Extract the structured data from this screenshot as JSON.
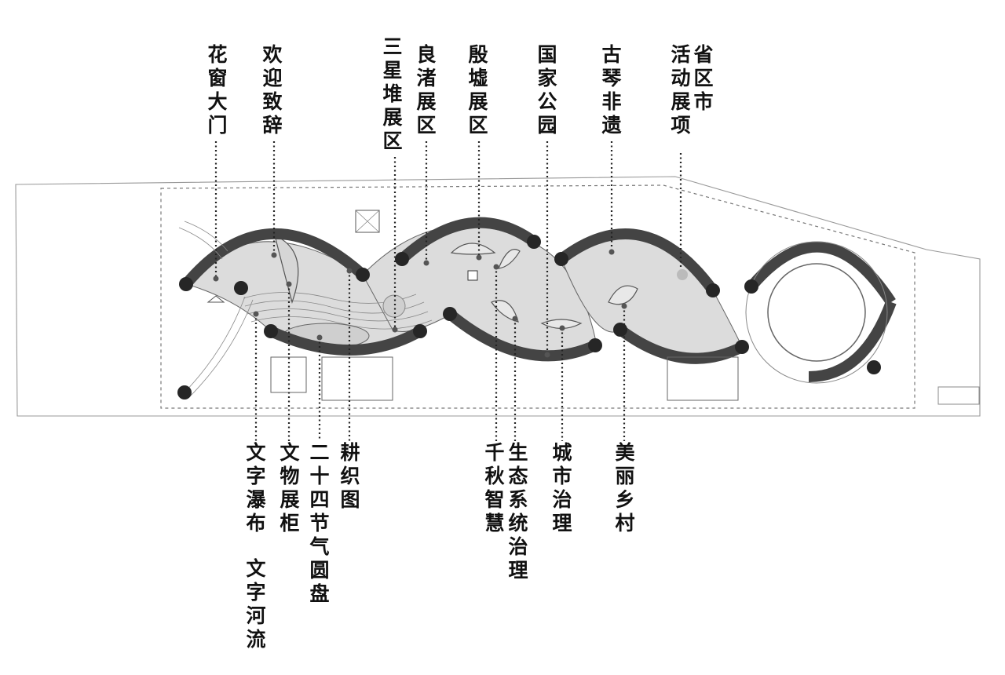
{
  "labels_top": [
    {
      "id": "huachuang",
      "text": "花窗大门"
    },
    {
      "id": "huanying",
      "text": "欢迎致辞"
    },
    {
      "id": "sanxingdui",
      "text": "三星堆展区"
    },
    {
      "id": "liangzhu",
      "text": "良渚展区"
    },
    {
      "id": "yinxu",
      "text": "殷墟展区"
    },
    {
      "id": "guojia",
      "text": "国家公园"
    },
    {
      "id": "guqin",
      "text": "古琴非遗"
    },
    {
      "id": "shengqu",
      "text": "省区市活动展项"
    }
  ],
  "labels_bottom": [
    {
      "id": "wenzipubu",
      "text": "文字瀑布"
    },
    {
      "id": "wenzihel",
      "text": "文字河流"
    },
    {
      "id": "wenwu",
      "text": "文物展柜"
    },
    {
      "id": "jieqi",
      "text": "二十四节气圆盘"
    },
    {
      "id": "gengzhi",
      "text": "耕织图"
    },
    {
      "id": "qianqiu",
      "text": "千秋智慧"
    },
    {
      "id": "shengtai",
      "text": "生态系统治理"
    },
    {
      "id": "chengshi",
      "text": "城市治理"
    },
    {
      "id": "meili",
      "text": "美丽乡村"
    }
  ]
}
